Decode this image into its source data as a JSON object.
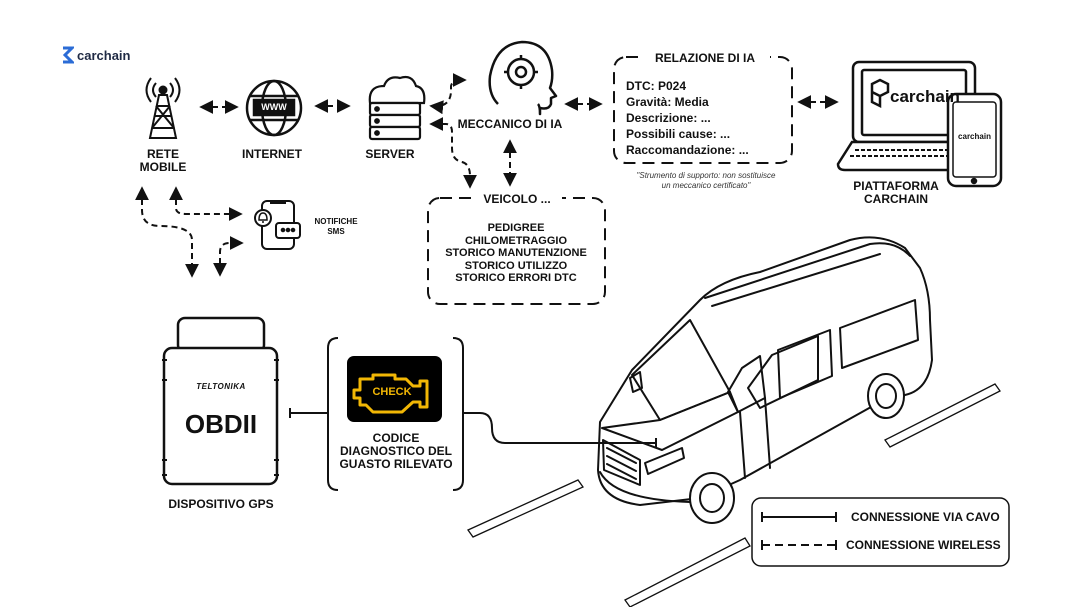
{
  "brand": {
    "name": "carchain",
    "accent": "#2b6cd6"
  },
  "nodes": {
    "rete_mobile": "RETE\nMOBILE",
    "internet": "INTERNET",
    "server": "SERVER",
    "meccanico": "MECCANICO DI IA",
    "piattaforma": "PIATTAFORMA\nCARCHAIN",
    "notifiche": "NOTIFICHE\nSMS",
    "dispositivo": "DISPOSITIVO GPS",
    "codice": "CODICE\nDIAGNOSTICO DEL\nGUASTO RILEVATO"
  },
  "www_label": "WWW",
  "check_label": "CHECK",
  "device": {
    "brand": "TELTONIKA",
    "name": "OBDII"
  },
  "laptop_brand": "carchain",
  "phone_brand": "carchain",
  "report": {
    "title": "RELAZIONE DI IA",
    "lines": [
      "DTC: P024",
      "Gravità: Media",
      "Descrizione: ...",
      "Possibili cause: ...",
      "Raccomandazione: ..."
    ],
    "disclaimer": "\"Strumento di supporto: non sostituisce\nun meccanico certificato\""
  },
  "veicolo": {
    "title": "VEICOLO ...",
    "lines": [
      "PEDIGREE",
      "CHILOMETRAGGIO",
      "STORICO MANUTENZIONE",
      "STORICO UTILIZZO",
      "STORICO ERRORI DTC"
    ]
  },
  "legend": {
    "cable": "CONNESSIONE VIA CAVO",
    "wireless": "CONNESSIONE WIRELESS"
  },
  "colors": {
    "check_bg": "#000000",
    "check_fg": "#f2b705"
  }
}
